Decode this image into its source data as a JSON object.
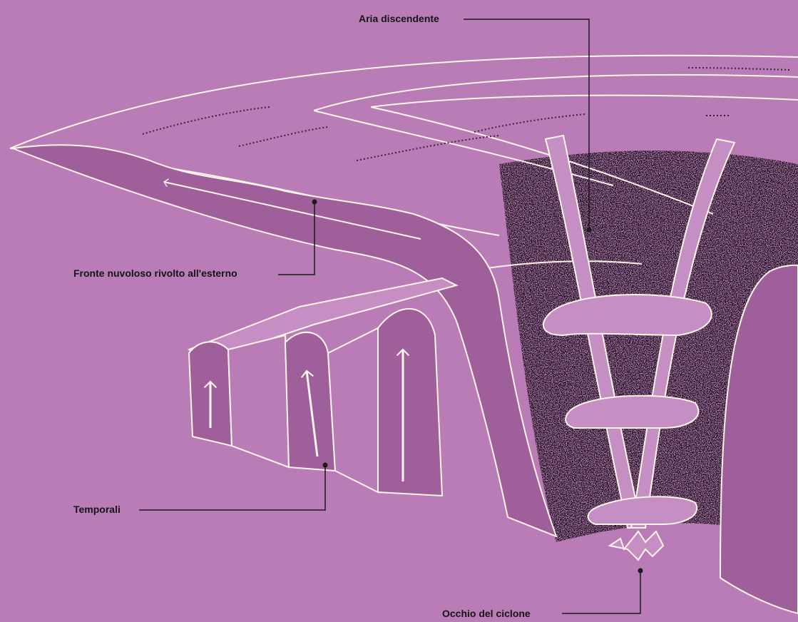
{
  "colors": {
    "background": "#b97cb7",
    "band_dark": "#9e5f9b",
    "outline": "#fff5e8",
    "leader": "#1a1a1a"
  },
  "labels": {
    "descending_air": "Aria discendente",
    "outward_cloud_front": "Fronte nuvoloso rivolto all'esterno",
    "thunderstorms": "Temporali",
    "eye_of_cyclone": "Occhio del ciclone"
  }
}
